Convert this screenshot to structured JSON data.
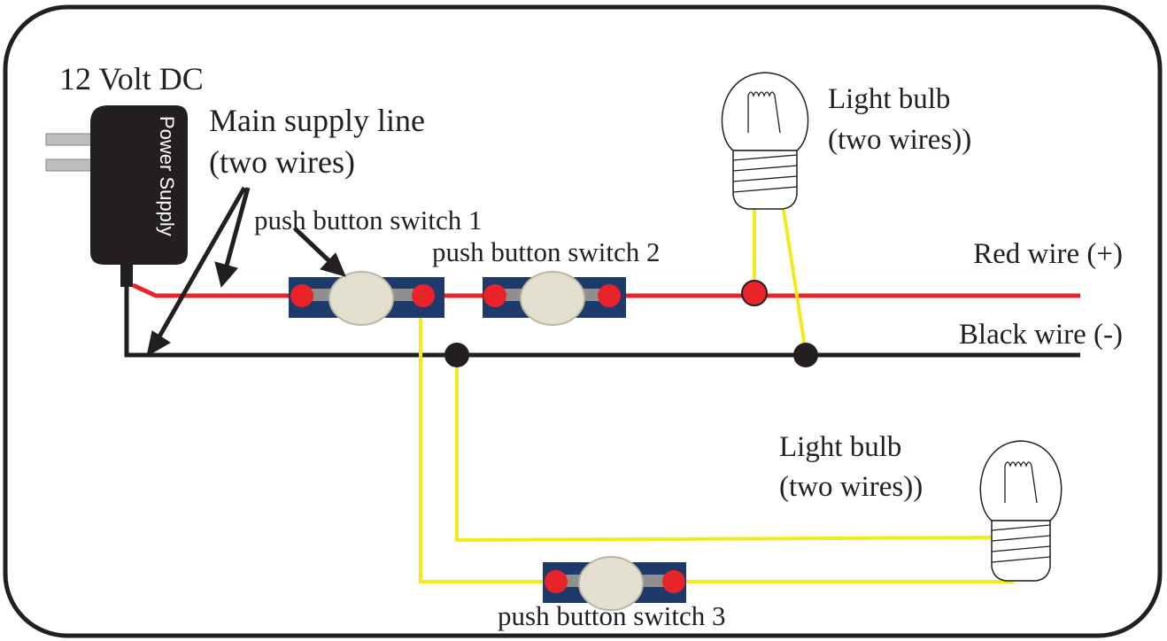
{
  "labels": {
    "voltage": "12 Volt DC",
    "power_supply": "Power Supply",
    "main_supply_line_1": "Main supply line",
    "main_supply_line_2": "(two wires)",
    "switch_1": "push button switch 1",
    "switch_2": "push button switch 2",
    "switch_3": "push button switch 3",
    "bulb_top_1": "Light bulb",
    "bulb_top_2": "(two wires))",
    "bulb_bottom_1": "Light bulb",
    "bulb_bottom_2": "(two wires))",
    "red_wire": "Red wire (+)",
    "black_wire": "Black wire (-)"
  },
  "colors": {
    "red_wire": "#e8232a",
    "black_wire": "#231f20",
    "yellow_wire": "#f2ea1c",
    "switch_base": "#1d3a6b",
    "terminal": "#e8232a",
    "power_supply": "#231f20"
  }
}
